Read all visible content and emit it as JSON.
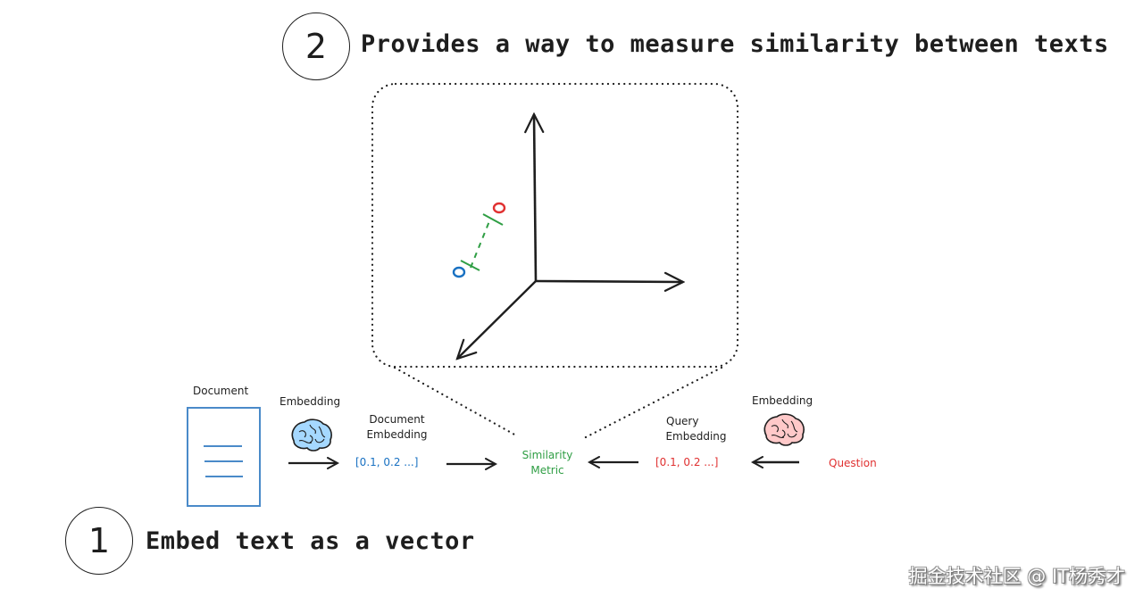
{
  "steps": [
    {
      "number": "1",
      "label": "Embed text as a vector"
    },
    {
      "number": "2",
      "label": "Provides a way to measure similarity between texts"
    }
  ],
  "pipeline": {
    "document_label": "Document",
    "doc_embedding_model_label": "Embedding",
    "doc_embedding_title_line1": "Document",
    "doc_embedding_title_line2": "Embedding",
    "doc_vector": "[0.1, 0.2 ...]",
    "similarity_line1": "Similarity",
    "similarity_line2": "Metric",
    "query_embedding_title_line1": "Query",
    "query_embedding_title_line2": "Embedding",
    "query_vector": "[0.1, 0.2 ...]",
    "query_embedding_model_label": "Embedding",
    "question_label": "Question"
  },
  "icons": {
    "doc_brain": "brain-icon-blue",
    "query_brain": "brain-icon-red",
    "document": "document-icon"
  },
  "colors": {
    "ink": "#1e1e1e",
    "document_blue": "#1971c2",
    "query_red": "#e03131",
    "metric_green": "#2f9e44",
    "brain_blue_fill": "#a5d8ff",
    "brain_red_fill": "#ffc9c9"
  },
  "watermark": "掘金技术社区 @ IT杨秀才"
}
